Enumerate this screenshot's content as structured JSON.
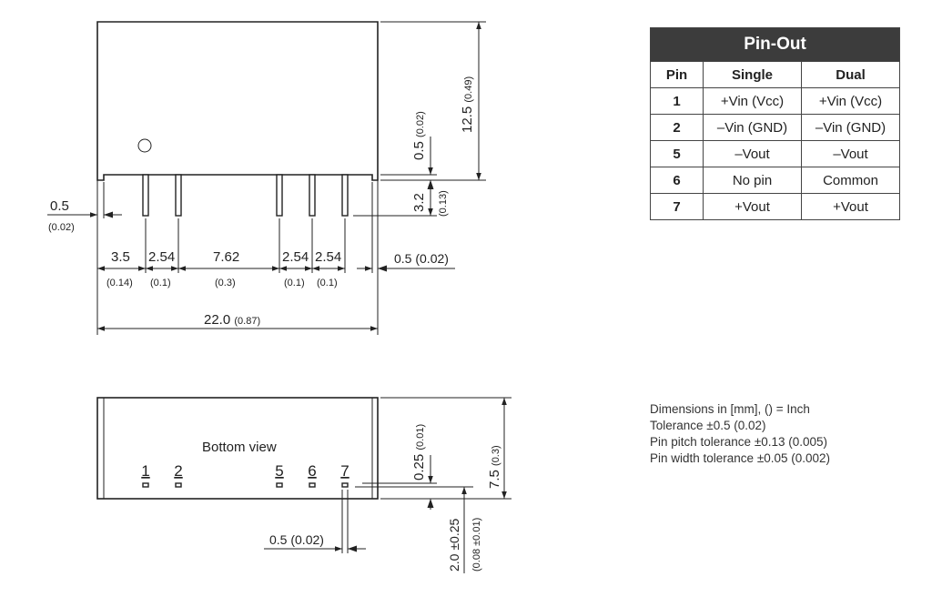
{
  "pinout": {
    "title": "Pin-Out",
    "headers": [
      "Pin",
      "Single",
      "Dual"
    ],
    "rows": [
      {
        "pin": "1",
        "single": "+Vin (Vcc)",
        "dual": "+Vin (Vcc)"
      },
      {
        "pin": "2",
        "single": "–Vin (GND)",
        "dual": "–Vin (GND)"
      },
      {
        "pin": "5",
        "single": "–Vout",
        "dual": "–Vout"
      },
      {
        "pin": "6",
        "single": "No pin",
        "dual": "Common"
      },
      {
        "pin": "7",
        "single": "+Vout",
        "dual": "+Vout"
      }
    ]
  },
  "notes": [
    "Dimensions in [mm], () = Inch",
    "Tolerance  ±0.5 (0.02)",
    "Pin pitch tolerance ±0.13 (0.005)",
    "Pin width tolerance ±0.05 (0.002)"
  ],
  "side_view": {
    "dims": {
      "pin_offset_left_mm": "0.5",
      "pin_offset_left_in": "(0.02)",
      "d1_mm": "3.5",
      "d1_in": "(0.14)",
      "d2_mm": "2.54",
      "d2_in": "(0.1)",
      "d3_mm": "7.62",
      "d3_in": "(0.3)",
      "d4_mm": "2.54",
      "d4_in": "(0.1)",
      "d5_mm": "2.54",
      "d5_in": "(0.1)",
      "pin_offset_right": "0.5 (0.02)",
      "total_width_mm": "22.0",
      "total_width_in": "(0.87)",
      "height_mm": "12.5",
      "height_in": "(0.49)",
      "standoff_mm": "0.5",
      "standoff_in": "(0.02)",
      "pin_length_mm": "3.2",
      "pin_length_in": "(0.13)"
    }
  },
  "bottom_view": {
    "label": "Bottom view",
    "pin_numbers": [
      "1",
      "2",
      "5",
      "6",
      "7"
    ],
    "dims": {
      "pin_width": "0.5 (0.02)",
      "row_offset_mm": "0.25",
      "row_offset_in": "(0.01)",
      "depth_mm": "7.5",
      "depth_in": "(0.3)",
      "pin_pos_mm": "2.0 ±0.25",
      "pin_pos_in": "(0.08 ±0.01)"
    }
  }
}
